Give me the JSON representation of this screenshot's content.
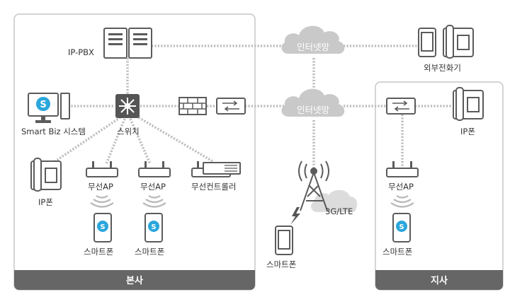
{
  "regions": {
    "hq": "본사",
    "branch": "지사"
  },
  "clouds": {
    "top": "인터넷망",
    "mid": "인터넷망"
  },
  "labels": {
    "ip_pbx": "IP-PBX",
    "external_phone": "외부전화기",
    "smart_biz": "Smart Biz 시스템",
    "switch": "스위치",
    "hq_ip_phone": "IP폰",
    "branch_ip_phone": "IP폰",
    "ap1": "무선AP",
    "ap2": "무선AP",
    "controller": "무선컨트롤러",
    "branch_ap": "무선AP",
    "cell": "3G/LTE",
    "smartphone1": "스마트폰",
    "smartphone2": "스마트폰",
    "smartphone_mobile": "스마트폰",
    "smartphone_branch": "스마트폰"
  },
  "colors": {
    "box_border": "#bbbbbb",
    "region_bar": "#666666",
    "cloud": "#c9c9c9",
    "link": "#bdbdbd",
    "device": "#5b5b5b",
    "app_icon": "#2aa6dc"
  }
}
